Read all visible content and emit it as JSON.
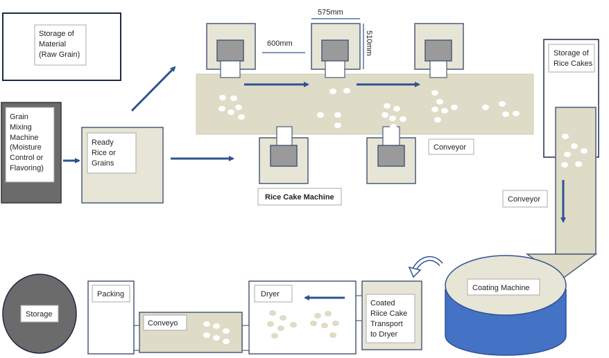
{
  "labels": {
    "storage_material": [
      "Storage of",
      "Material",
      "(Raw Grain)"
    ],
    "grain_mixing": [
      "Grain",
      "Mixing",
      "Machine",
      "(Moisture",
      "Control or",
      "Flavoring)"
    ],
    "ready_rice": [
      "Ready",
      "Rice or",
      "Grains"
    ],
    "rice_cake_machine": "Rice Cake Machine",
    "conveyor_top": "Conveyor",
    "storage_rice_cakes": [
      "Storage of",
      "Rice Cakes"
    ],
    "conveyor_right": "Conveyor",
    "coating_machine": "Coating Machine",
    "coated_transport": [
      "Coated",
      "Riice Cake",
      "Transport",
      "to Dryer"
    ],
    "dryer": "Dryer",
    "conveyo": "Conveyo",
    "packing": "Packing",
    "storage": "Storage"
  },
  "dimensions": {
    "width": "575mm",
    "height": "510mm",
    "gap": "600mm"
  },
  "colors": {
    "machine_fill": "#e7e5d6",
    "conveyor_fill": "#dedbc6",
    "outline": "#4a5a78",
    "arrow": "#2f5290",
    "inner_gray": "#9a9a9a",
    "storage_gray": "#6b6b6b",
    "coating_blue": "#4472c4"
  }
}
